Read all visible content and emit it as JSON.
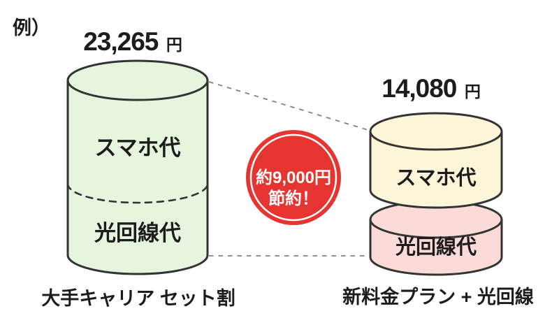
{
  "example_prefix": "例）",
  "colors": {
    "left_cylinder_fill": "#e6f6de",
    "right_top_cylinder_fill": "#fcf5d8",
    "right_bottom_cylinder_fill": "#fadbd7",
    "badge_fill": "#e63530",
    "outline": "#333333"
  },
  "left_chart": {
    "price": "23,265",
    "unit": "円",
    "segments": [
      {
        "label": "スマホ代"
      },
      {
        "label": "光回線代"
      }
    ],
    "caption": "大手キャリア セット割"
  },
  "right_chart": {
    "price": "14,080",
    "unit": "円",
    "segments": [
      {
        "label": "スマホ代"
      },
      {
        "label": "光回線代"
      }
    ],
    "caption": "新料金プラン + 光回線"
  },
  "badge": {
    "line1": "約9,000円",
    "line2": "節約！"
  },
  "chart_data": {
    "type": "bar",
    "title": "例）",
    "categories": [
      "大手キャリア セット割",
      "新料金プラン + 光回線"
    ],
    "values": [
      23265,
      14080
    ],
    "value_labels": [
      "23,265円",
      "14,080円"
    ],
    "segments_per_bar": [
      [
        "スマホ代",
        "光回線代"
      ],
      [
        "スマホ代",
        "光回線代"
      ]
    ],
    "annotation": "約9,000円 節約！",
    "legend_position": "none",
    "grid": false
  }
}
